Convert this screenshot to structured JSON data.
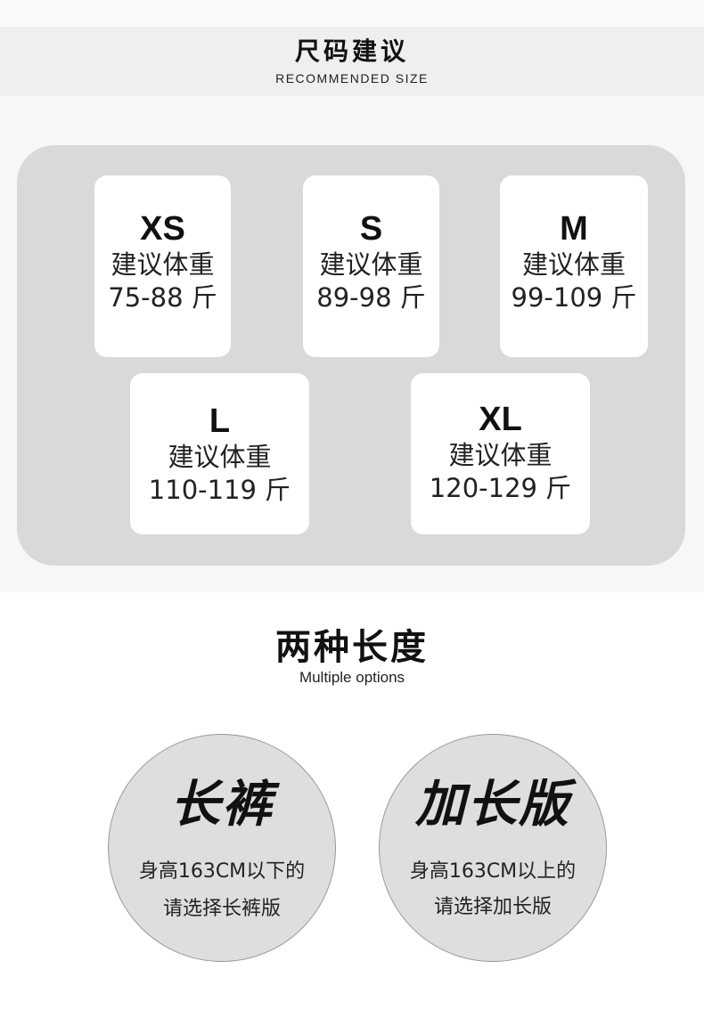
{
  "header": {
    "title": "尺码建议",
    "subtitle": "RECOMMENDED SIZE"
  },
  "sizes": [
    {
      "label": "XS",
      "caption": "建议体重",
      "range": "75-88 斤"
    },
    {
      "label": "S",
      "caption": "建议体重",
      "range": "89-98 斤"
    },
    {
      "label": "M",
      "caption": "建议体重",
      "range": "99-109 斤"
    },
    {
      "label": "L",
      "caption": "建议体重",
      "range": "110-119 斤"
    },
    {
      "label": "XL",
      "caption": "建议体重",
      "range": "120-129 斤"
    }
  ],
  "lengths": {
    "title": "两种长度",
    "subtitle": "Multiple options",
    "options": [
      {
        "title": "长裤",
        "line1": "身高163CM以下的",
        "line2": "请选择长裤版"
      },
      {
        "title": "加长版",
        "line1": "身高163CM以上的",
        "line2": "请选择加长版"
      }
    ]
  },
  "colors": {
    "panel": "#d9d9d9",
    "card": "#ffffff",
    "circle": "#dedede",
    "header_band": "#efefef"
  }
}
